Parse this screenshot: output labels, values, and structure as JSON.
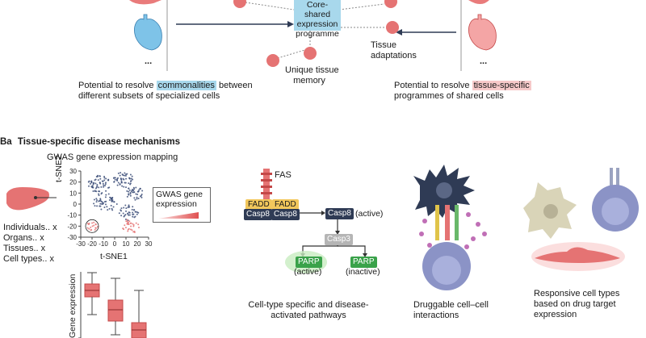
{
  "top": {
    "core_box": [
      "Core-shared",
      "expression",
      "programme"
    ],
    "unique_memory": [
      "Unique tissue",
      "memory"
    ],
    "tissue_adaptations": [
      "Tissue",
      "adaptations"
    ],
    "left_ellipsis": "...",
    "right_ellipsis": "...",
    "left_caption": {
      "pre": "Potential to resolve ",
      "highlight": "commonalities",
      "post": " between",
      "line2": "different subsets of specialized cells"
    },
    "right_caption": {
      "pre": "Potential to resolve ",
      "highlight": "tissue-specific",
      "line2": "programmes of shared cells"
    }
  },
  "section_b": {
    "label": "Ba",
    "title": "Tissue-specific disease mechanisms",
    "gwas_title": "GWAS gene expression mapping",
    "left_list": [
      "Individuals.. x",
      "Organs.. x",
      "Tissues.. x",
      "Cell types.. x"
    ],
    "legend": [
      "GWAS gene",
      "expression"
    ],
    "boxplot_ylabel": "Gene expression",
    "pathway": {
      "fas": "FAS",
      "fadd1": "FADD",
      "fadd2": "FADD",
      "casp8a": "Casp8",
      "casp8b": "Casp8",
      "casp8_active": "Casp8",
      "active_label": "(active)",
      "casp3": "Casp3",
      "parp_active": "PARP",
      "parp_active_label": "(active)",
      "parp_inactive": "PARP",
      "parp_inactive_label": "(inactive)",
      "caption": [
        "Cell-type specific and disease-",
        "activated pathways"
      ]
    },
    "druggable_caption": [
      "Druggable cell–cell",
      "interactions"
    ],
    "responsive_caption": [
      "Responsive cell types",
      "based on drug target",
      "expression"
    ],
    "colors": {
      "blue_highlight": "#a8d8ec",
      "pink_highlight": "#f6c9c9",
      "red_node": "#e57373",
      "navy": "#2f3b55",
      "gold": "#f2c75c",
      "green": "#3aa24a"
    }
  },
  "chart_data": {
    "type": "scatter",
    "xlabel": "t-SNE1",
    "ylabel": "t-SNE2",
    "x_ticks": [
      "-30",
      "-20",
      "-10",
      "0",
      "10",
      "20",
      "30"
    ],
    "y_ticks": [
      "30",
      "20",
      "10",
      "0",
      "-10",
      "-20",
      "-30"
    ],
    "xlim": [
      -30,
      30
    ],
    "ylim": [
      -30,
      30
    ]
  }
}
